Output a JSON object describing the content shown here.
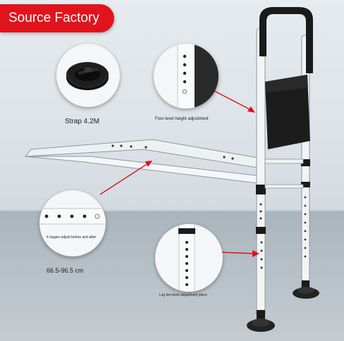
{
  "badge": {
    "label": "Source Factory"
  },
  "captions": {
    "strap": "Strap 4.2M",
    "height_adjust": "Four-level height adjustment",
    "stages": "4 stages adjust before and after",
    "range": "66.5-96.5 cm",
    "leg_adjust": "Leg ten-level adjustment piece"
  },
  "colors": {
    "badge": "#e0141c",
    "frame": "#f2f4f6",
    "foam": "#1a1a1a",
    "arrow": "#d8121a"
  }
}
